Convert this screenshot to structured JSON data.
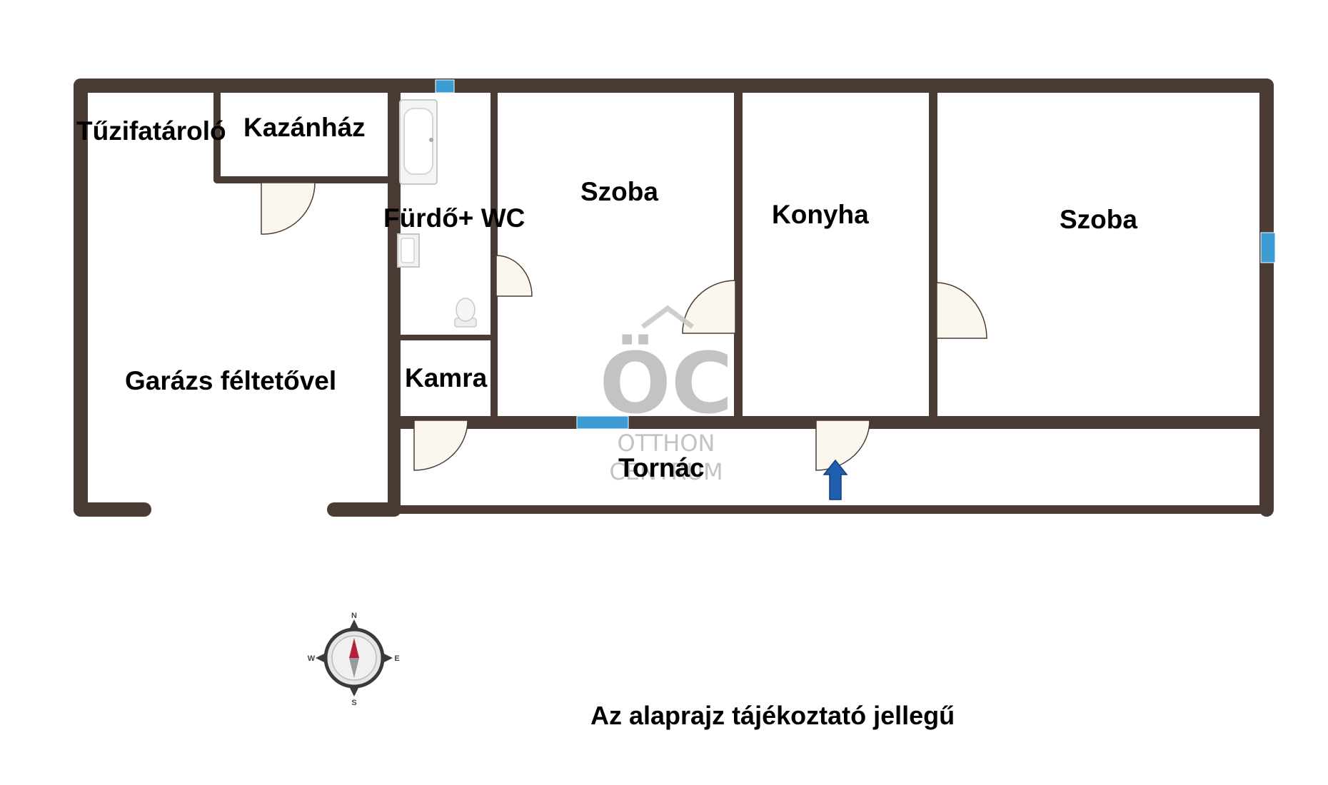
{
  "rooms": {
    "firewood_storage": "Tűzifatároló",
    "boiler_room": "Kazánház",
    "bathroom_wc": "Fürdő+ WC",
    "room_1": "Szoba",
    "kitchen": "Konyha",
    "room_2": "Szoba",
    "garage": "Garázs féltetővel",
    "pantry": "Kamra",
    "porch": "Tornác"
  },
  "watermark": {
    "monogram": "ÖC",
    "line1": "OTTHON",
    "line2": "CENTRUM"
  },
  "compass": {
    "north": "N",
    "south": "S",
    "east": "E",
    "west": "W"
  },
  "note": "Az alaprajz tájékoztató jellegű",
  "colors": {
    "wall": "#4a3b34",
    "window": "#3d9bd3",
    "door_fill": "#fbf6ee",
    "entrance_arrow": "#1f5fae"
  }
}
